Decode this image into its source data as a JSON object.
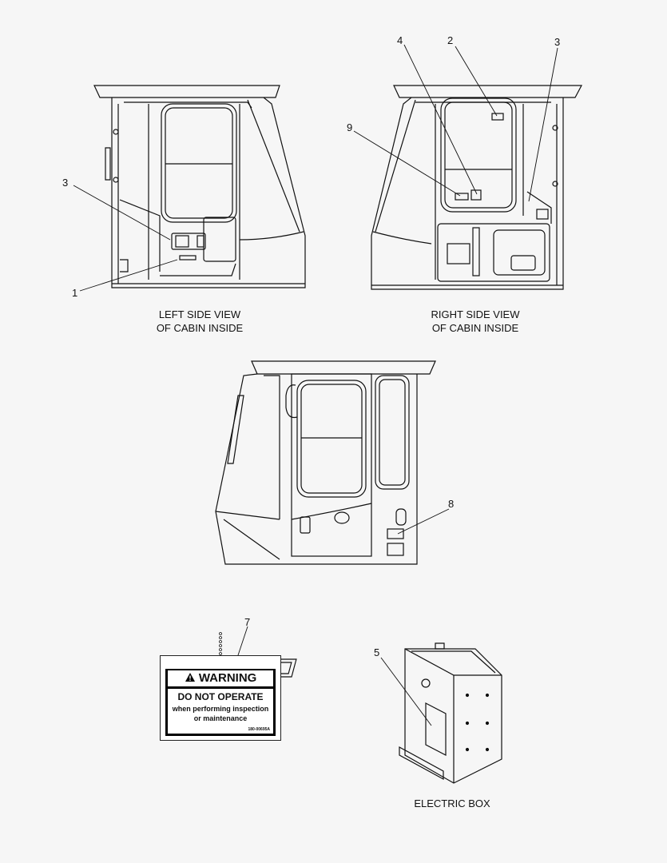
{
  "views": {
    "left": {
      "caption_line1": "LEFT SIDE VIEW",
      "caption_line2": "OF CABIN INSIDE"
    },
    "right": {
      "caption_line1": "RIGHT SIDE VIEW",
      "caption_line2": "OF CABIN INSIDE"
    },
    "electric_box": {
      "caption": "ELECTRIC BOX"
    }
  },
  "callouts": {
    "c1": "1",
    "c2": "2",
    "c3a": "3",
    "c3b": "3",
    "c4": "4",
    "c5": "5",
    "c7": "7",
    "c8": "8",
    "c9": "9"
  },
  "warning_label": {
    "heading": "WARNING",
    "line1": "DO NOT OPERATE",
    "line2": "when performing inspection",
    "line3": "or maintenance",
    "code": "180-00695A"
  }
}
